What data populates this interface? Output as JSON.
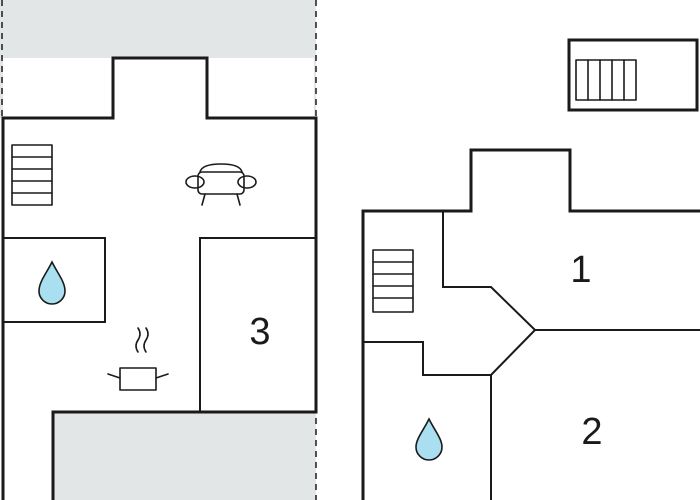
{
  "rooms": [
    {
      "id": "left-room",
      "label": "3"
    },
    {
      "id": "right-upper-room",
      "label": "1"
    },
    {
      "id": "right-lower-room",
      "label": "2"
    }
  ],
  "icons": [
    "stairs-icon",
    "sofa-icon",
    "water-drop-icon",
    "cooking-pot-icon"
  ],
  "colors": {
    "terrace": "#e2e6e6",
    "water": "#a9dff0",
    "walls": "#1a1a1a"
  }
}
